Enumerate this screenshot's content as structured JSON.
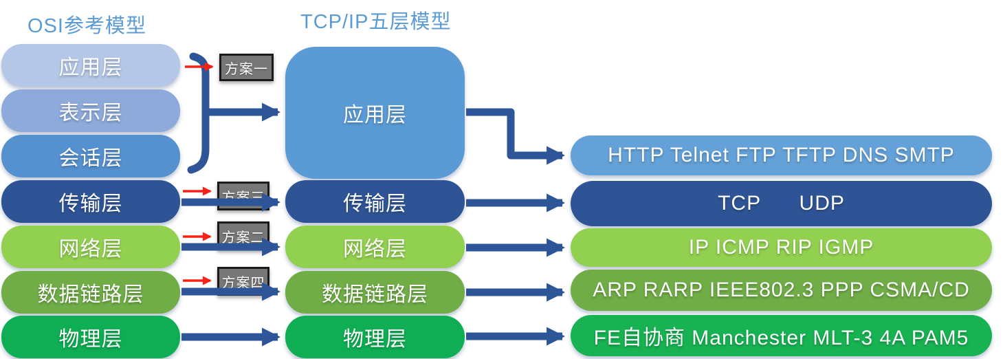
{
  "titles": {
    "osi": "OSI参考模型",
    "tcpip": "TCP/IP五层模型"
  },
  "osi_layers": [
    {
      "label": "应用层",
      "color": "#b4c7e7"
    },
    {
      "label": "表示层",
      "color": "#8eaadb"
    },
    {
      "label": "会话层",
      "color": "#5590cf"
    },
    {
      "label": "传输层",
      "color": "#2f5496"
    },
    {
      "label": "网络层",
      "color": "#92d050"
    },
    {
      "label": "数据链路层",
      "color": "#70ad47"
    },
    {
      "label": "物理层",
      "color": "#0fae54"
    }
  ],
  "tcpip_layers": [
    {
      "label": "应用层",
      "color": "#5b9bd5"
    },
    {
      "label": "传输层",
      "color": "#2f5496"
    },
    {
      "label": "网络层",
      "color": "#92d050"
    },
    {
      "label": "数据链路层",
      "color": "#70ad47"
    },
    {
      "label": "物理层",
      "color": "#0fae54"
    }
  ],
  "protocol_boxes": [
    {
      "label": "HTTP Telnet FTP TFTP DNS SMTP",
      "color": "#64a1d8"
    },
    {
      "label": "TCP      UDP",
      "color": "#2f5496"
    },
    {
      "label": "IP ICMP RIP IGMP",
      "color": "#92d050"
    },
    {
      "label": "ARP RARP IEEE802.3 PPP CSMA/CD",
      "color": "#70ad47"
    },
    {
      "label": "FE自协商 Manchester MLT-3 4A PAM5",
      "color": "#17b252"
    }
  ],
  "plans": [
    {
      "label": "方案一"
    },
    {
      "label": "方案三"
    },
    {
      "label": "方案二"
    },
    {
      "label": "方案四"
    }
  ],
  "colors": {
    "title": "#5b9bd5",
    "arrow": "#2e5597",
    "plan_arrow": "#fb2015",
    "plan_bg": "#777777",
    "plan_border": "#1a1a1a",
    "box_text": "#ffffff"
  }
}
